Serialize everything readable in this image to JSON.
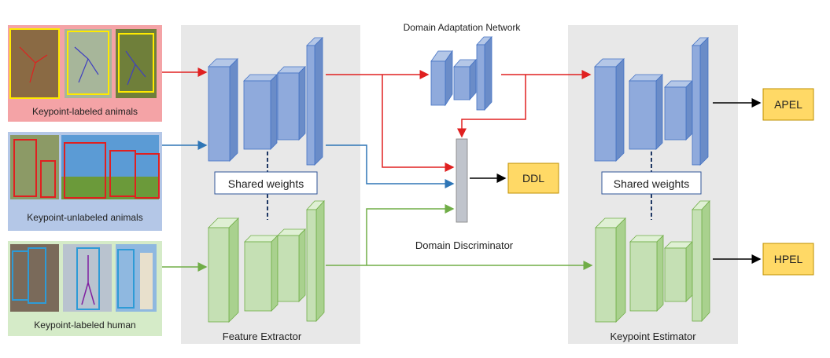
{
  "inputs": {
    "animals_labeled": "Keypoint-labeled animals",
    "animals_unlabeled": "Keypoint-unlabeled animals",
    "human_labeled": "Keypoint-labeled human"
  },
  "modules": {
    "feature_extractor": "Feature Extractor",
    "domain_adaptation": "Domain Adaptation Network",
    "domain_discriminator": "Domain Discriminator",
    "keypoint_estimator": "Keypoint Estimator",
    "shared_weights_left": "Shared weights",
    "shared_weights_right": "Shared weights"
  },
  "losses": {
    "ddl": "DDL",
    "apel": "APEL",
    "hpel": "HPEL"
  },
  "colors": {
    "red_flow": "#e02020",
    "blue_flow": "#2e75b6",
    "green_flow": "#70ad47",
    "blue_block": "#8faadc",
    "green_block": "#c5e0b4",
    "loss_box": "#ffd966",
    "panel_gray": "#e8e8e8"
  }
}
